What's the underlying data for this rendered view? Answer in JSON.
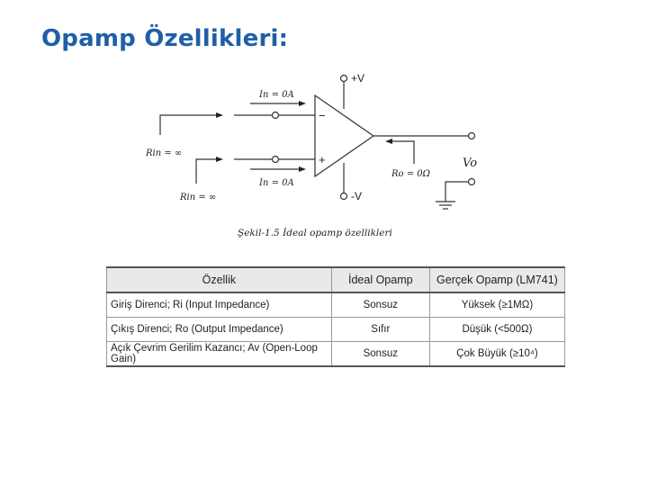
{
  "title": "Opamp Özellikleri:",
  "diagram": {
    "supply_pos": "+V",
    "supply_neg": "-V",
    "minus_sign": "−",
    "plus_sign": "+",
    "in_current_top": "In = 0A",
    "in_current_bottom": "In = 0A",
    "rin_top": "Rin = ∞",
    "rin_bottom": "Rin = ∞",
    "ro": "Ro = 0Ω",
    "vo": "Vo",
    "caption": "Şekil-1.5 İdeal opamp özellikleri"
  },
  "table": {
    "headers": [
      "Özellik",
      "İdeal Opamp",
      "Gerçek Opamp (LM741)"
    ],
    "rows": [
      [
        "Giriş Direnci; Ri (Input Impedance)",
        "Sonsuz",
        "Yüksek (≥1MΩ)"
      ],
      [
        "Çıkış Direnci; Ro   (Output Impedance)",
        "Sıfır",
        "Düşük (<500Ω)"
      ],
      [
        "Açık Çevrim Gerilim Kazancı; Av (Open-Loop Gain)",
        "Sonsuz",
        "Çok Büyük (≥10⁴)"
      ]
    ]
  }
}
